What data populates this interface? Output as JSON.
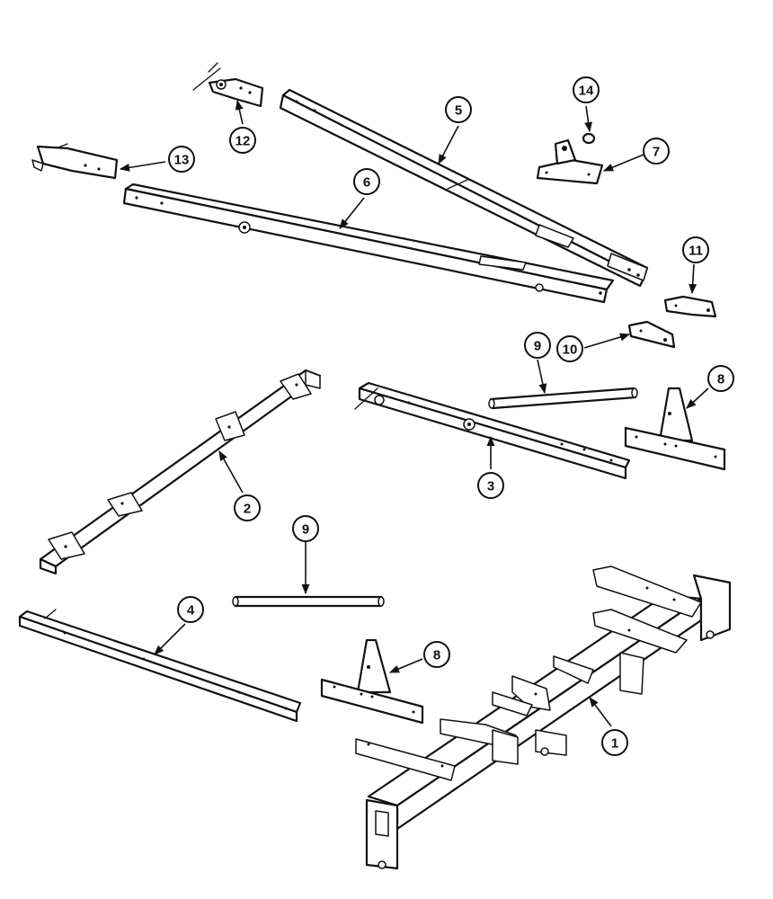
{
  "callouts": [
    {
      "id": "c14",
      "label": "14"
    },
    {
      "id": "c12",
      "label": "12"
    },
    {
      "id": "c5",
      "label": "5"
    },
    {
      "id": "c7",
      "label": "7"
    },
    {
      "id": "c13",
      "label": "13"
    },
    {
      "id": "c6",
      "label": "6"
    },
    {
      "id": "c11",
      "label": "11"
    },
    {
      "id": "c10",
      "label": "10"
    },
    {
      "id": "c9a",
      "label": "9"
    },
    {
      "id": "c8a",
      "label": "8"
    },
    {
      "id": "c2",
      "label": "2"
    },
    {
      "id": "c3",
      "label": "3"
    },
    {
      "id": "c9b",
      "label": "9"
    },
    {
      "id": "c4",
      "label": "4"
    },
    {
      "id": "c8b",
      "label": "8"
    },
    {
      "id": "c1",
      "label": "1"
    }
  ]
}
